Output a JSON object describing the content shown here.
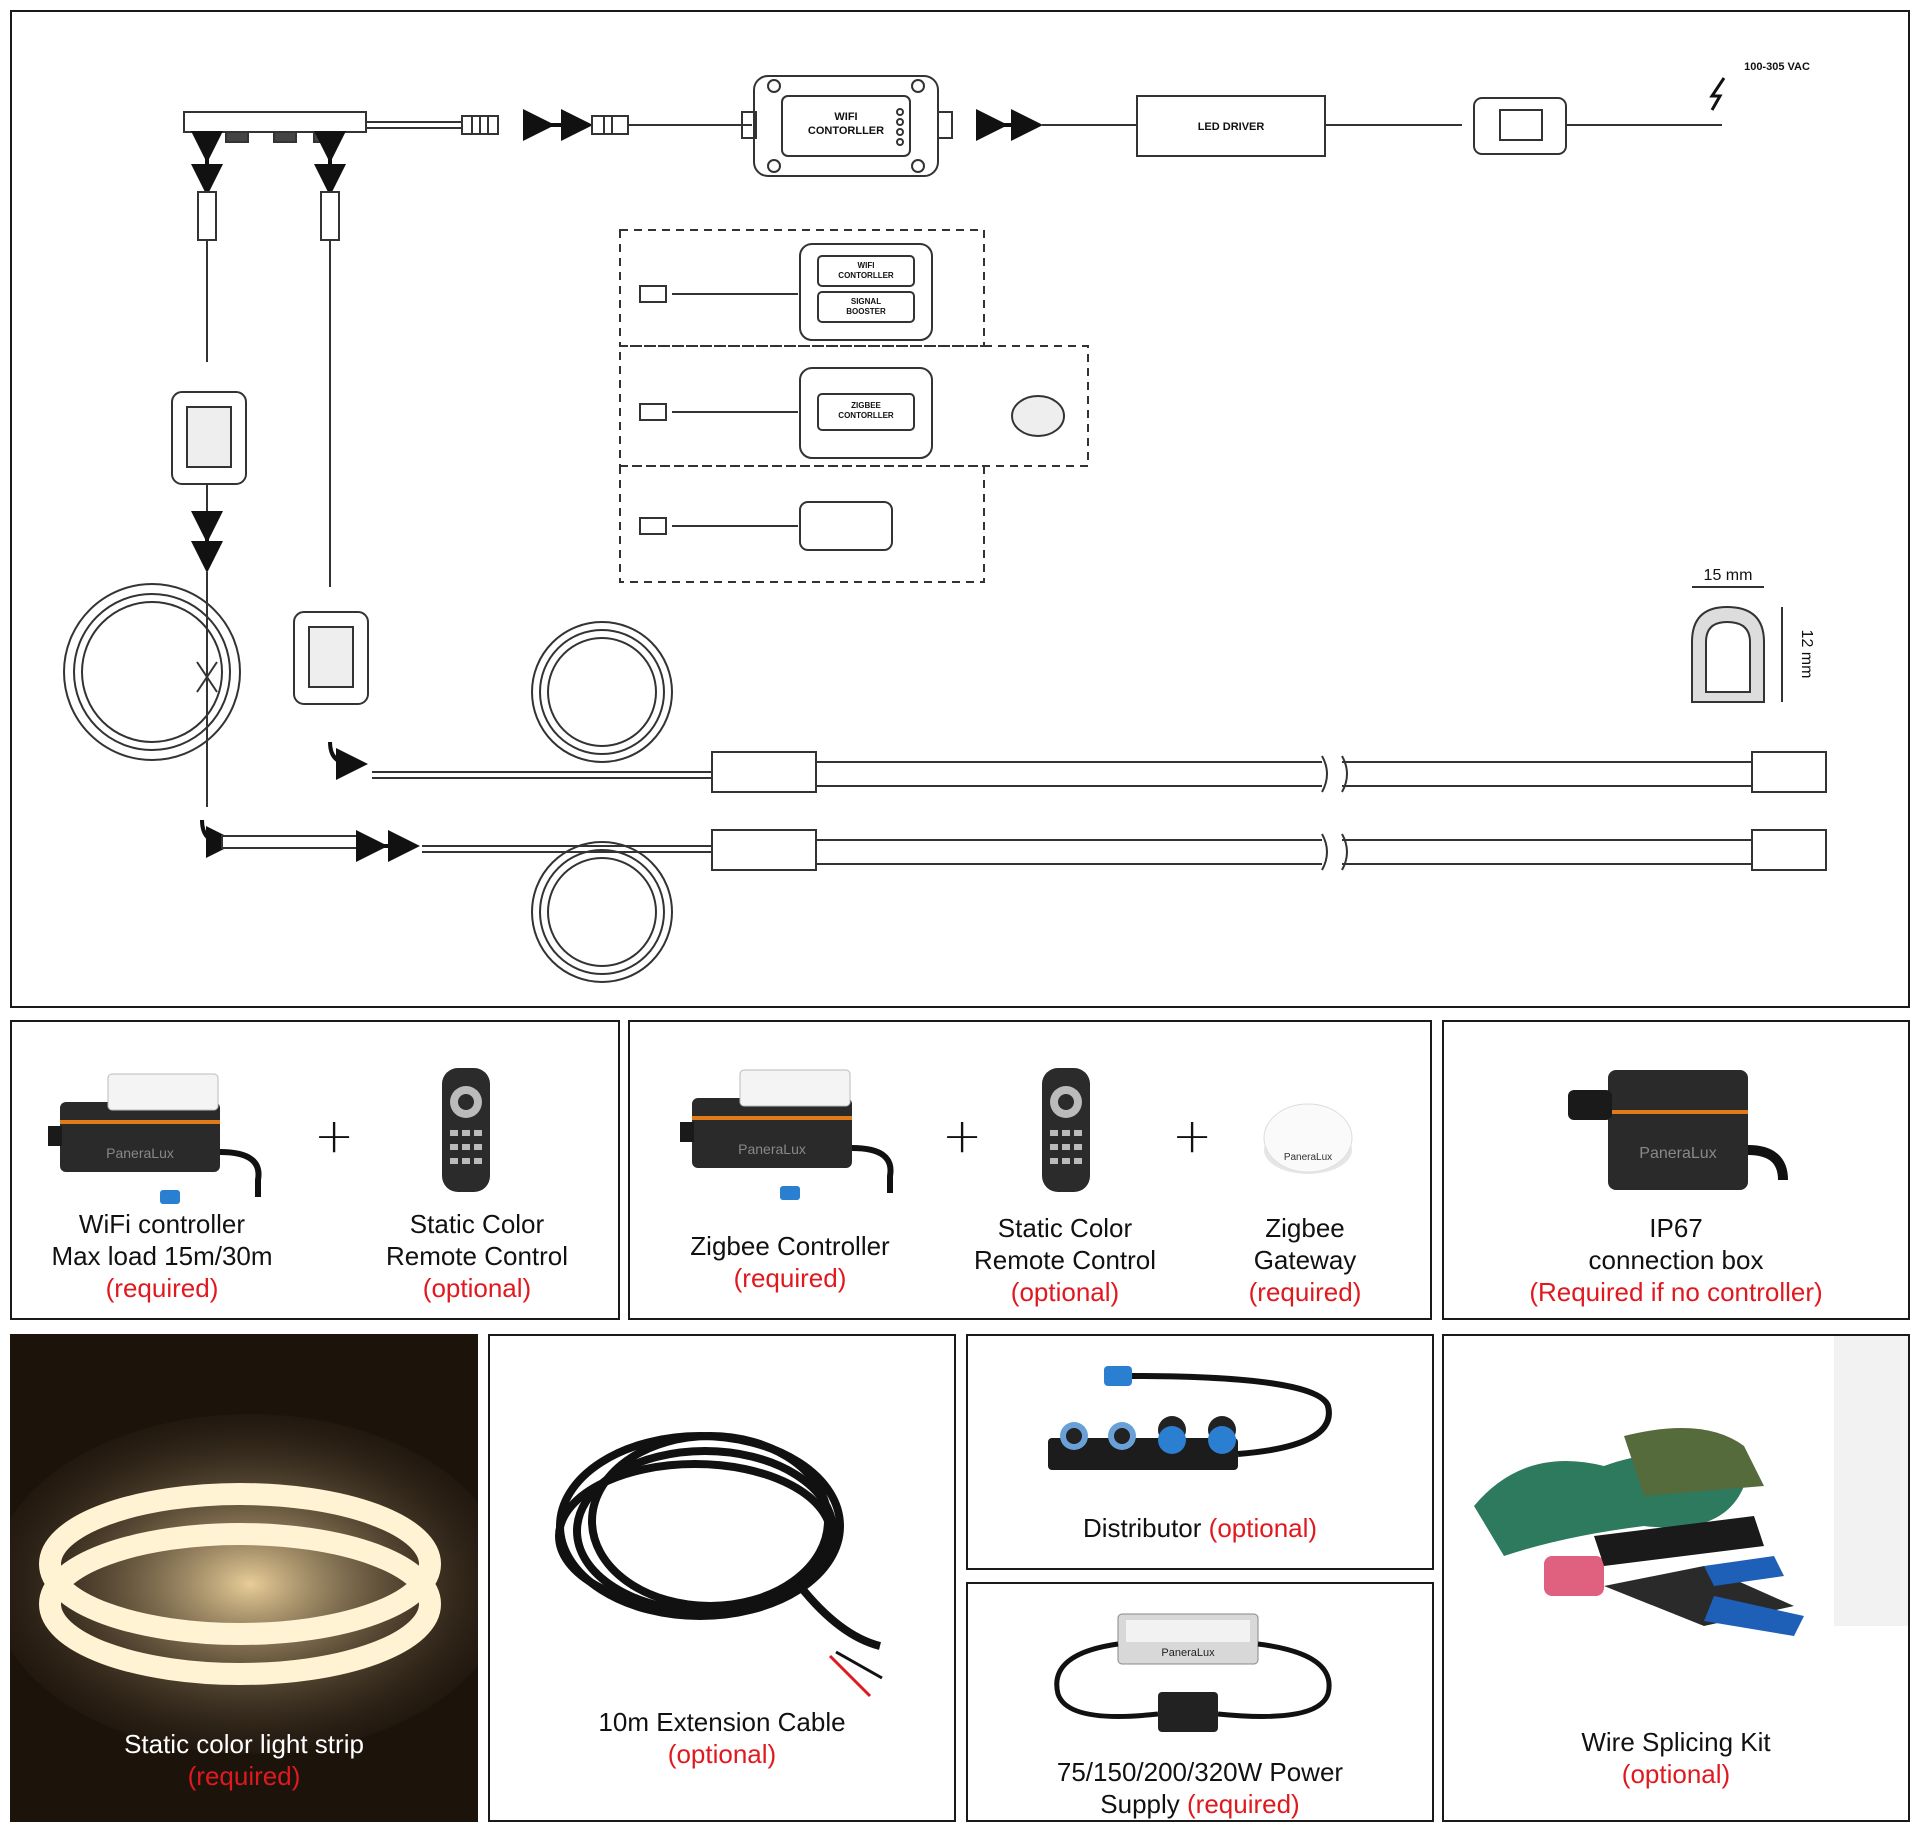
{
  "diagram": {
    "wifi_controller_label": [
      "WIFI",
      "CONTORLLER"
    ],
    "led_driver_label": "LED DRIVER",
    "voltage_label": "100-305 VAC",
    "option_wifi_booster": [
      "WIFI",
      "CONTORLLER",
      "SIGNAL",
      "BOOSTER"
    ],
    "option_zigbee": [
      "ZIGBEE",
      "CONTORLLER"
    ],
    "profile_width": "15 mm",
    "profile_height": "12 mm"
  },
  "products": {
    "wifi_controller": {
      "line1": "WiFi controller",
      "line2": "Max load 15m/30m",
      "status": "(required)",
      "brand": "PaneraLux"
    },
    "static_remote_1": {
      "line1": "Static Color",
      "line2": "Remote Control",
      "status": "(optional)"
    },
    "zigbee_controller": {
      "line1": "Zigbee Controller",
      "status": "(required)",
      "brand": "PaneraLux"
    },
    "static_remote_2": {
      "line1": "Static Color",
      "line2": "Remote Control",
      "status": "(optional)"
    },
    "zigbee_gateway": {
      "line1": "Zigbee",
      "line2": "Gateway",
      "status": "(required)",
      "brand": "PaneraLux"
    },
    "ip67_box": {
      "line1": "IP67",
      "line2": "connection box",
      "status": "(Required if no controller)",
      "brand": "PaneraLux"
    },
    "light_strip": {
      "line1": "Static color light strip",
      "status": "(required)"
    },
    "extension_cable": {
      "line1": "10m Extension Cable",
      "status": "(optional)"
    },
    "distributor": {
      "line1": "Distributor",
      "status": "(optional)"
    },
    "power_supply": {
      "line1": "75/150/200/320W Power",
      "line2": "Supply",
      "status": "(required)",
      "brand": "PaneraLux"
    },
    "splicing_kit": {
      "line1": "Wire Splicing Kit",
      "status": "(optional)"
    }
  },
  "plus_sign": "+",
  "colors": {
    "required": "#e0191f",
    "border": "#1a1a1a",
    "orange_accent": "#e07a1a",
    "blue_accent": "#2a7fd0"
  }
}
